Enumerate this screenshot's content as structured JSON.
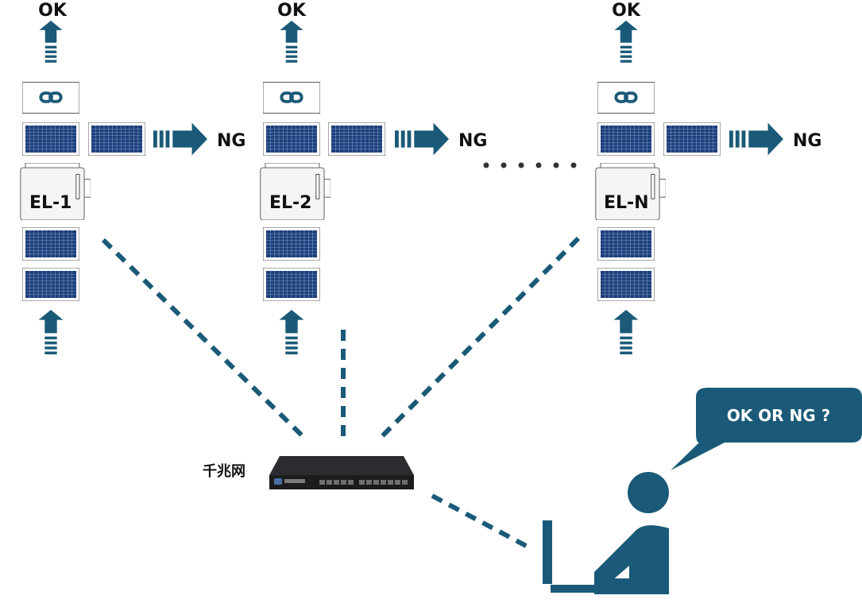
{
  "colors": {
    "accent": "#1a5a78",
    "panel": "#1f3f7a",
    "router": "#1c1c1e",
    "text": "#111111"
  },
  "stations": [
    {
      "ok_label": "OK",
      "ng_label": "NG",
      "el_label": "EL-1"
    },
    {
      "ok_label": "OK",
      "ng_label": "NG",
      "el_label": "EL-2"
    },
    {
      "ok_label": "OK",
      "ng_label": "NG",
      "el_label": "EL-N"
    }
  ],
  "network_label": "千兆网",
  "speech_bubble": "OK OR NG ?",
  "icons": {
    "up_arrow": "arrow-up-icon",
    "right_arrow": "arrow-right-icon",
    "link": "link-icon",
    "ellipsis": "ellipsis-icon",
    "operator": "operator-icon",
    "router": "router-icon"
  }
}
